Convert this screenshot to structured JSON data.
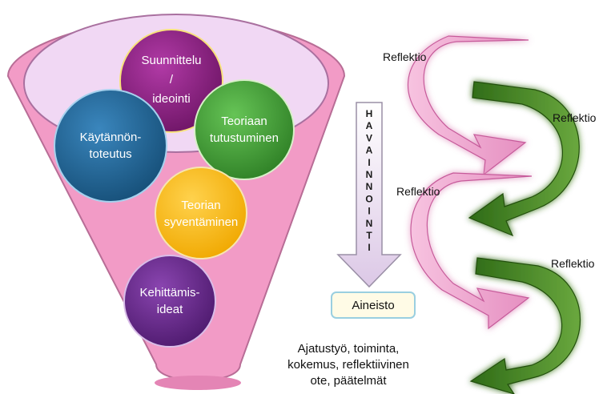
{
  "bubbles": {
    "suunnittelu": [
      "Suunnittelu",
      "/",
      "ideointi"
    ],
    "kaytannon": [
      "Käytännön-",
      "toteutus"
    ],
    "teoriaan": [
      "Teoriaan",
      "tutustuminen"
    ],
    "teorian": [
      "Teorian",
      "syventäminen"
    ],
    "kehittamis": [
      "Kehittämis-",
      "ideat"
    ]
  },
  "havainnointi": [
    "H",
    "A",
    "V",
    "A",
    "I",
    "N",
    "N",
    "O",
    "I",
    "N",
    "T",
    "I"
  ],
  "aineisto": "Aineisto",
  "caption": [
    "Ajatustyö, toiminta,",
    "kokemus, reflektiivinen",
    "ote, päätelmät"
  ],
  "reflektio": [
    "Reflektio",
    "Reflektio",
    "Reflektio",
    "Reflektio"
  ],
  "colors": {
    "funnel": "#f29bc6",
    "funnel_inner": "#f1d8f4",
    "purple": "#8a1f82",
    "blue": "#226a9c",
    "green": "#46a23c",
    "yellow": "#ffc000",
    "violet": "#6b2b8f",
    "pink_arrow": "#ef9ccb",
    "green_arrow": "#4f8a2a"
  }
}
